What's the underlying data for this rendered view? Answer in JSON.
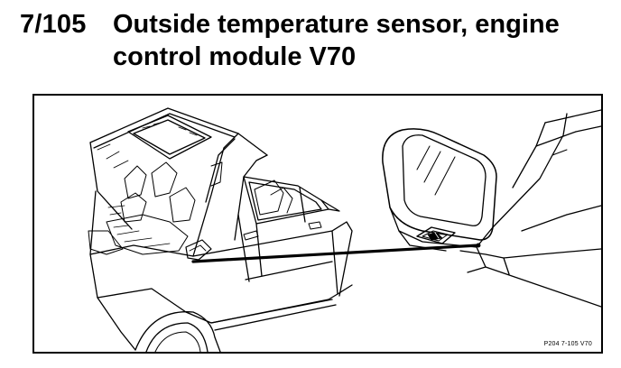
{
  "heading": {
    "section_number": "7/105",
    "title_line_1": "Outside temperature sensor, engine",
    "title_line_2": "control module V70"
  },
  "figure": {
    "code": "P204  7-105  V70"
  }
}
